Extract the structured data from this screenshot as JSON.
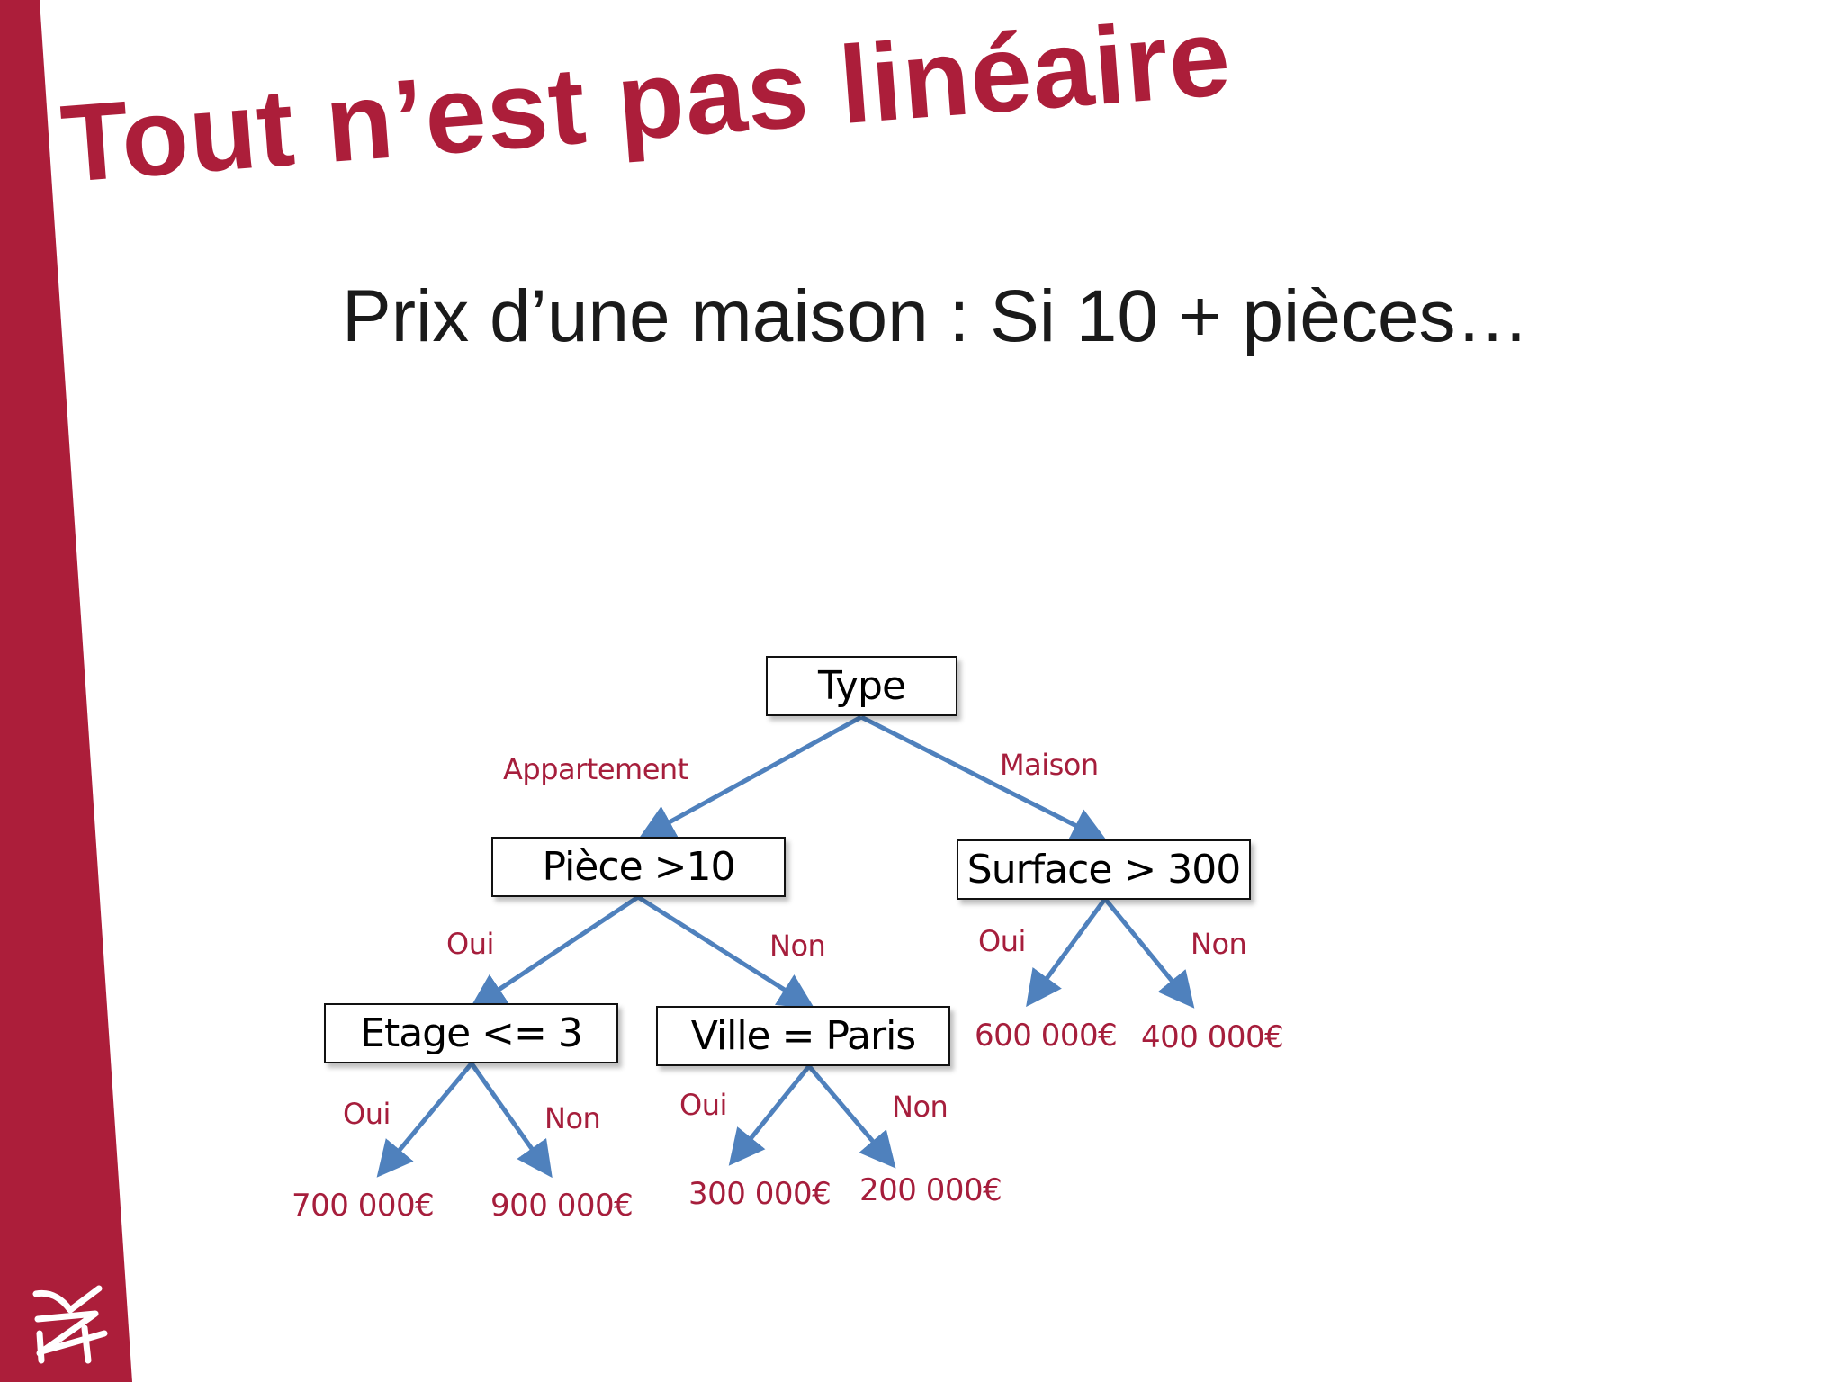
{
  "slide": {
    "title": "Tout n’est pas linéaire",
    "subtitle": "Prix d’une maison : Si 10 + pièces…",
    "logo_icon": "zk-monogram-logo",
    "accent_color": "#ac1e3a"
  },
  "tree": {
    "nodes": {
      "root": "Type",
      "piece": "Pièce >10",
      "surface": "Surface > 300",
      "etage": "Etage <= 3",
      "ville": "Ville = Paris"
    },
    "edges": {
      "root_left": "Appartement",
      "root_right": "Maison",
      "piece_yes": "Oui",
      "piece_no": "Non",
      "surface_yes": "Oui",
      "surface_no": "Non",
      "etage_yes": "Oui",
      "etage_no": "Non",
      "ville_yes": "Oui",
      "ville_no": "Non"
    },
    "leaves": {
      "surface_yes": "600 000€",
      "surface_no": "400 000€",
      "etage_yes": "700 000€",
      "etage_no": "900 000€",
      "ville_yes": "300 000€",
      "ville_no": "200 000€"
    },
    "colors": {
      "edge_line": "#4f81bd",
      "edge_label": "#a61e3c",
      "node_border": "#111111"
    }
  }
}
